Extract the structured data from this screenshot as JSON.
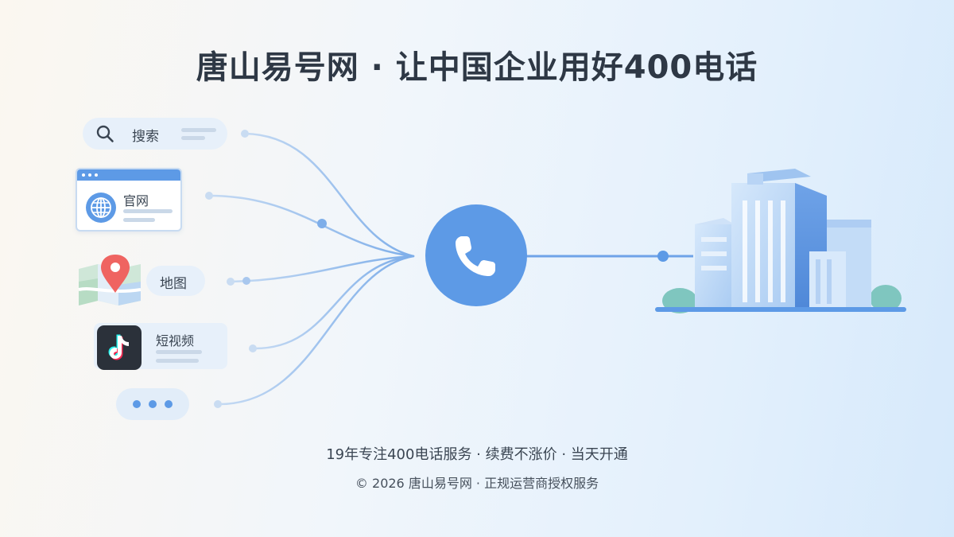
{
  "title": "唐山易号网 · 让中国企业用好400电话",
  "channels": {
    "search": {
      "label": "搜索",
      "icon": "search-icon"
    },
    "website": {
      "label": "官网",
      "icon": "globe-icon"
    },
    "map": {
      "label": "地图",
      "icon": "map-pin-icon"
    },
    "short_video": {
      "label": "短视频",
      "icon": "tiktok-icon"
    },
    "more": {
      "icon": "more-dots-icon"
    }
  },
  "hub": {
    "icon": "phone-icon"
  },
  "destination": {
    "icon": "office-building-icon"
  },
  "footer": {
    "line1": "19年专注400电话服务 · 续费不涨价 · 当天开通",
    "line2": "© 2026 唐山易号网 · 正规运营商授权服务"
  },
  "colors": {
    "accent": "#5d9ae6",
    "title": "#2e3845",
    "pin": "#ef6461",
    "tiktok_bg": "#2b313a"
  }
}
